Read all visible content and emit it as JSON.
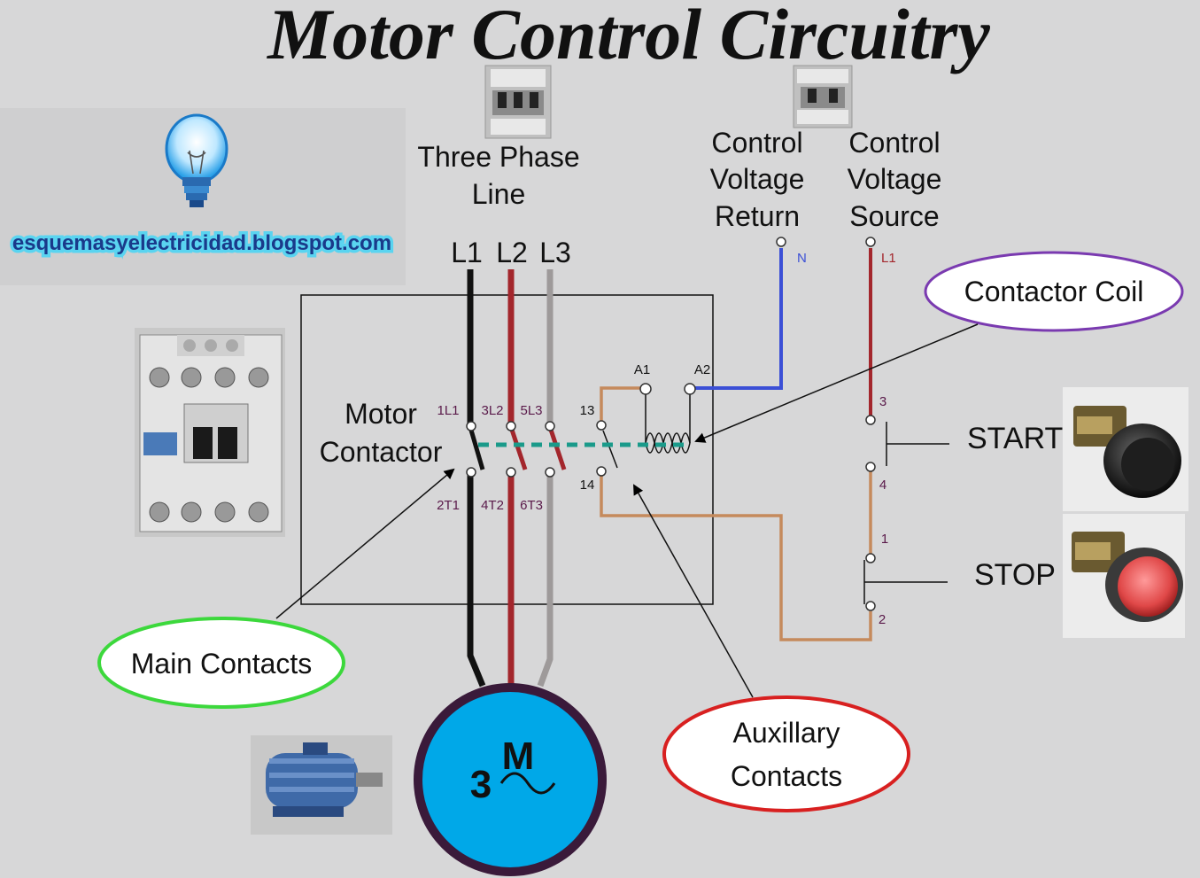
{
  "title": "Motor Control Circuitry",
  "blog_url": "esquemasyelectricidad.blogspot.com",
  "labels": {
    "three_phase_line": [
      "Three Phase",
      "Line"
    ],
    "control_voltage_return": [
      "Control",
      "Voltage",
      "Return"
    ],
    "control_voltage_source": [
      "Control",
      "Voltage",
      "Source"
    ],
    "phase_lines": [
      "L1",
      "L2",
      "L3"
    ],
    "neutral_tag": "N",
    "source_tag": "L1",
    "motor_contactor": [
      "Motor",
      "Contactor"
    ],
    "top_terminals": [
      "1L1",
      "3L2",
      "5L3"
    ],
    "bottom_terminals": [
      "2T1",
      "4T2",
      "6T3"
    ],
    "aux_top": "13",
    "aux_bottom": "14",
    "coil_a1": "A1",
    "coil_a2": "A2",
    "start_top": "3",
    "start_bottom": "4",
    "stop_top": "1",
    "stop_bottom": "2",
    "start": "START",
    "stop": "STOP",
    "motor_m": "M",
    "motor_3": "3"
  },
  "callouts": {
    "contactor_coil": "Contactor Coil",
    "main_contacts": "Main Contacts",
    "auxiliary_contacts": [
      "Auxillary",
      "Contacts"
    ]
  },
  "colors": {
    "background": "#d7d7d8",
    "wire_l1": "#111111",
    "wire_l2": "#a3262c",
    "wire_l3": "#9e9a9a",
    "wire_neutral": "#3b4fd6",
    "wire_control": "#c58a5c",
    "dashed_link": "#1a9a8a",
    "motor_fill": "#00a8e8",
    "motor_ring": "#3a1a3a",
    "terminal_label": "#5a1a4a",
    "callout_coil": "#7a3ab0",
    "callout_main": "#3cd83c",
    "callout_aux": "#d82020",
    "blog_text": "#1a3a8a",
    "blog_glow": "#5ad4f0",
    "stop_button": "#e05050",
    "start_button": "#2a2a2a"
  },
  "icons": [
    "lightbulb-icon",
    "contactor-photo",
    "breaker-photo",
    "motor-photo",
    "start-button-photo",
    "stop-button-photo"
  ]
}
